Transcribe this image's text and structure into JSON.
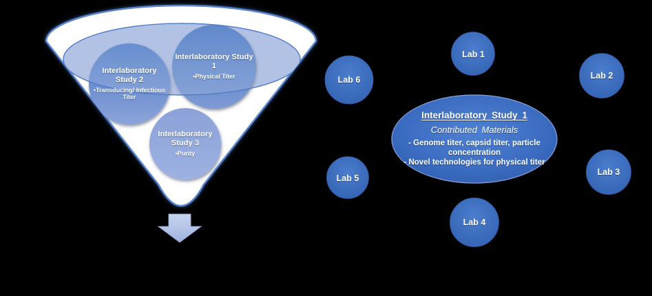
{
  "funnel": {
    "studies": {
      "study1": {
        "label": "Interlaboratory Study 1",
        "bullet": "•Physical Titer"
      },
      "study2": {
        "label": "Interlaboratory Study 2",
        "bullet": "•Transducing/ Infectious Titer"
      },
      "study3": {
        "label": "Interlaboratory Study 3",
        "bullet": "•Purity"
      }
    },
    "arrow_icon": "down-arrow"
  },
  "network": {
    "center_ellipse": {
      "title": "Interlaboratory Study 1",
      "subtitle": "Contributed Materials",
      "bullet1": "- Genome titer, capsid titer, particle concentration",
      "bullet2": "- Novel technologies for physical titer"
    },
    "labs": [
      {
        "label": "Lab 1"
      },
      {
        "label": "Lab 2"
      },
      {
        "label": "Lab 3"
      },
      {
        "label": "Lab 4"
      },
      {
        "label": "Lab 5"
      },
      {
        "label": "Lab 6"
      }
    ]
  },
  "colors": {
    "background": "#000000",
    "accent_blue": "#4472C4",
    "periwinkle": "#B4C2E5",
    "funnel_fill": "#FFFFFF",
    "ellipse_edge": "#2C58A7",
    "ellipse_center": "#4F81D2"
  }
}
